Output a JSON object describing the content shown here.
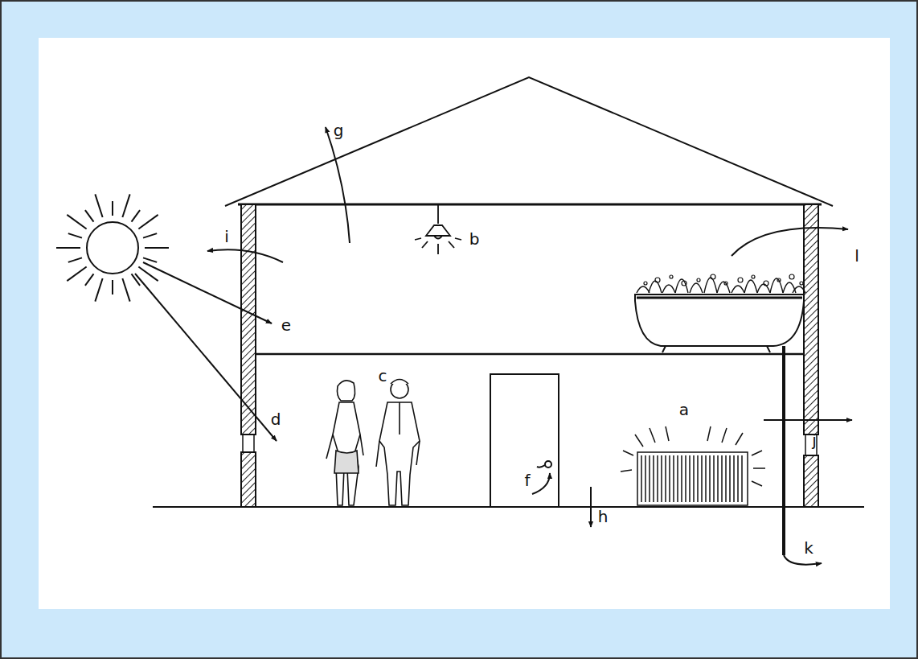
{
  "diagram": {
    "labels": [
      "a",
      "b",
      "c",
      "d",
      "e",
      "f",
      "g",
      "h",
      "i",
      "j",
      "k",
      "l"
    ]
  }
}
